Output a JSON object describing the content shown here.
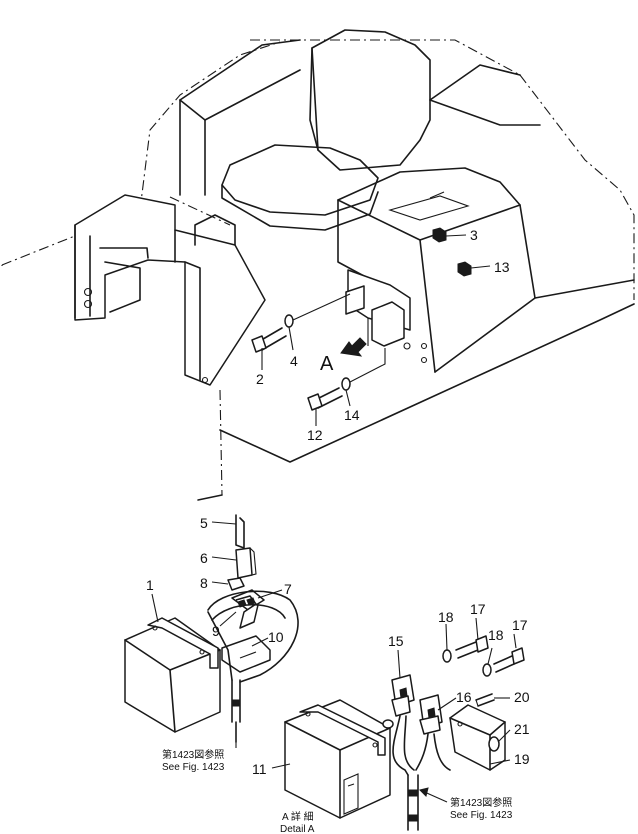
{
  "callouts": {
    "c1": "1",
    "c2": "2",
    "c3": "3",
    "c4": "4",
    "c5": "5",
    "c6": "6",
    "c7": "7",
    "c8": "8",
    "c9": "9",
    "c10": "10",
    "c11": "11",
    "c12": "12",
    "c13": "13",
    "c14": "14",
    "c15": "15",
    "c16": "16",
    "c17a": "17",
    "c17b": "17",
    "c18a": "18",
    "c18b": "18",
    "c19": "19",
    "c20": "20",
    "c21": "21"
  },
  "view_marker": "A",
  "notes": {
    "ref_left_jp": "第1423図参照",
    "ref_left_en": "See Fig. 1423",
    "ref_right_jp": "第1423図参照",
    "ref_right_en": "See Fig. 1423",
    "detail_jp": "A 詳 細",
    "detail_en": "Detail A"
  }
}
